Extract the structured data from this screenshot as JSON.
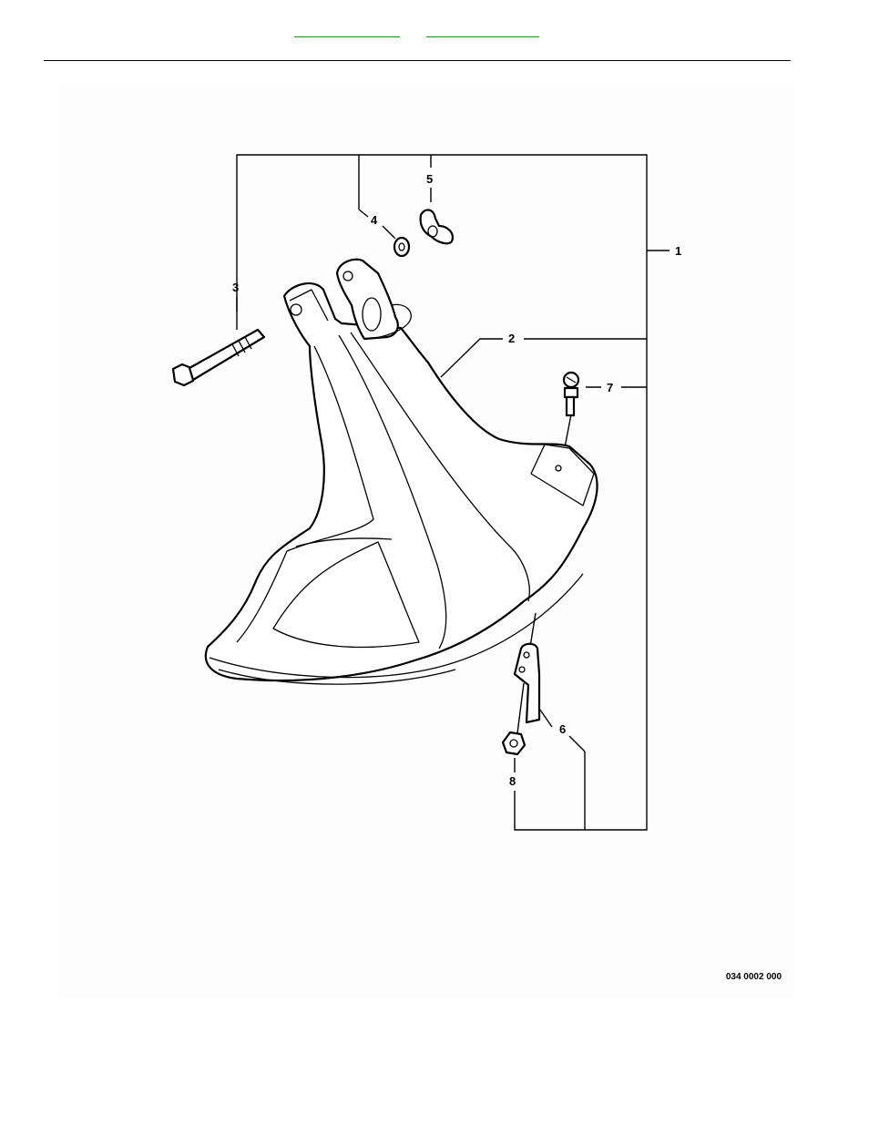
{
  "header": {
    "links": [
      {
        "label": "",
        "color": "#00a000"
      },
      {
        "label": "",
        "color": "#00a000"
      }
    ]
  },
  "diagram": {
    "callouts": [
      "1",
      "2",
      "3",
      "4",
      "5",
      "6",
      "7",
      "8"
    ],
    "figure_code": "034 0002 000"
  }
}
